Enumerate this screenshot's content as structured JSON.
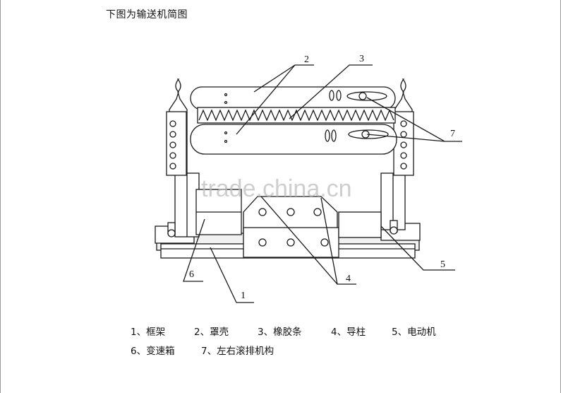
{
  "title": "下图为输送机简图",
  "callouts": [
    "1",
    "2",
    "3",
    "4",
    "5",
    "6",
    "7"
  ],
  "legend": {
    "row1": [
      "1、框架",
      "2、罩壳",
      "3、橡胶条",
      "4、导柱",
      "5、电动机"
    ],
    "row2": [
      "6、变速箱",
      "7、左右滚排机构"
    ]
  },
  "watermark": "trade.china.cn"
}
